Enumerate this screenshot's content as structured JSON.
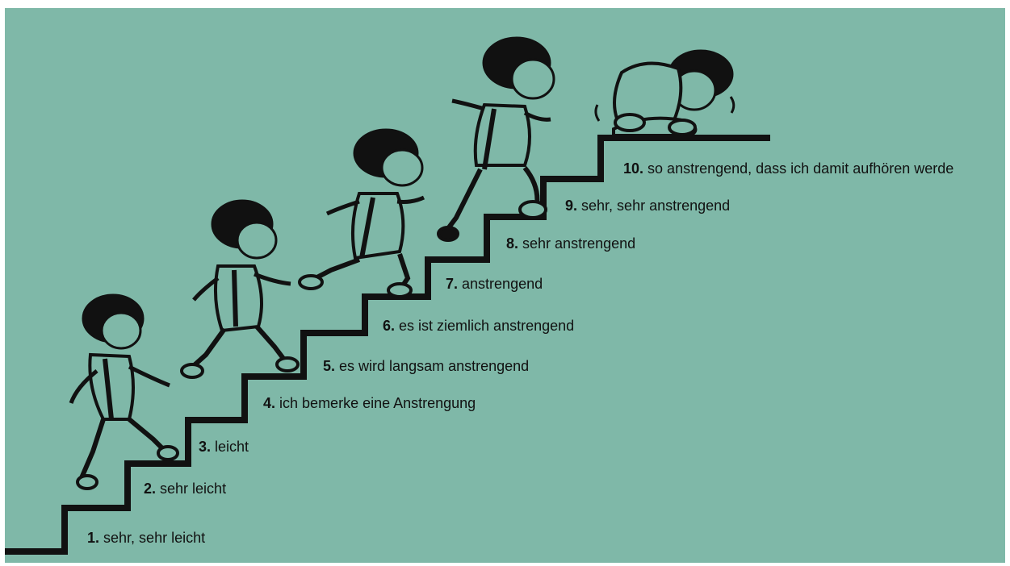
{
  "colors": {
    "background": "#7fb8a8",
    "stairs": "#111111",
    "text": "#111111"
  },
  "steps": [
    {
      "number": "1.",
      "text": "sehr, sehr leicht"
    },
    {
      "number": "2.",
      "text": "sehr leicht"
    },
    {
      "number": "3.",
      "text": "leicht"
    },
    {
      "number": "4.",
      "text": "ich bemerke eine Anstrengung"
    },
    {
      "number": "5.",
      "text": "es wird langsam anstrengend"
    },
    {
      "number": "6.",
      "text": "es ist ziemlich anstrengend"
    },
    {
      "number": "7.",
      "text": "anstrengend"
    },
    {
      "number": "8.",
      "text": "sehr anstrengend"
    },
    {
      "number": "9.",
      "text": "sehr, sehr anstrengend"
    },
    {
      "number": "10.",
      "text": "so anstrengend, dass ich damit aufhören werde"
    }
  ]
}
